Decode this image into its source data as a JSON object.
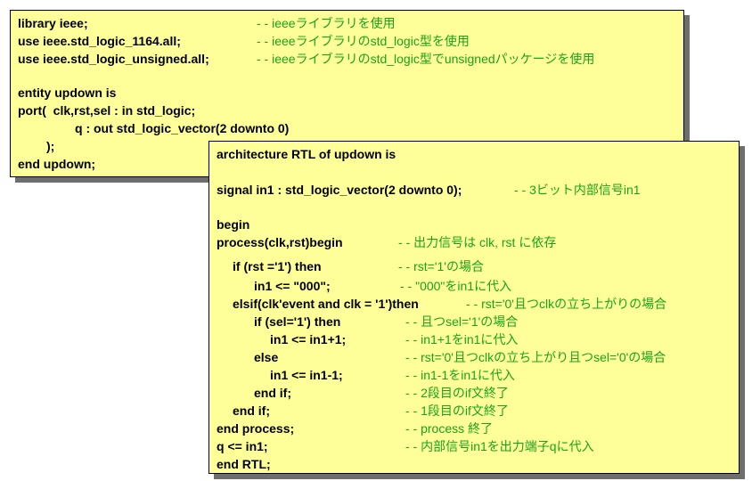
{
  "entity_block": {
    "lines": [
      {
        "code": "library ieee;",
        "comment": "- - ieeeライブラリを使用"
      },
      {
        "code": "use ieee.std_logic_1164.all;",
        "comment": "- - ieeeライブラリのstd_logic型を使用"
      },
      {
        "code": "use ieee.std_logic_unsigned.all;",
        "comment": "- - ieeeライブラリのstd_logic型でunsignedパッケージを使用"
      },
      {
        "code": "",
        "comment": ""
      },
      {
        "code": "entity updown is",
        "comment": ""
      },
      {
        "code": "port(  clk,rst,sel : in std_logic;",
        "comment": ""
      },
      {
        "code": "q : out std_logic_vector(2 downto 0)",
        "comment": ""
      },
      {
        "code": ");",
        "comment": ""
      },
      {
        "code": "end updown;",
        "comment": ""
      }
    ]
  },
  "architecture_block": {
    "lines": [
      {
        "code": "architecture RTL of updown is",
        "comment": ""
      },
      {
        "code": "",
        "comment": ""
      },
      {
        "code": "signal in1 : std_logic_vector(2 downto 0);",
        "comment": "- - 3ビット内部信号in1"
      },
      {
        "code": "",
        "comment": ""
      },
      {
        "code": "begin",
        "comment": ""
      },
      {
        "code": "process(clk,rst)begin",
        "comment": "- - 出力信号は clk, rst に依存"
      },
      {
        "code": "if (rst ='1') then",
        "comment": "- - rst='1'の場合"
      },
      {
        "code": "in1 <= \"000\";",
        "comment": "- - \"000\"をin1に代入"
      },
      {
        "code": "elsif(clk'event and clk = '1')then",
        "comment": "- - rst='0'且つclkの立ち上がりの場合"
      },
      {
        "code": "if (sel='1') then",
        "comment": "- - 且つsel='1'の場合"
      },
      {
        "code": "in1 <= in1+1;",
        "comment": "- - in1+1をin1に代入"
      },
      {
        "code": "else",
        "comment": "- - rst='0'且つclkの立ち上がり且つsel='0'の場合"
      },
      {
        "code": "in1 <= in1-1;",
        "comment": "- - in1-1をin1に代入"
      },
      {
        "code": "end if;",
        "comment": "- - 2段目のif文終了"
      },
      {
        "code": "end if;",
        "comment": "- - 1段目のif文終了"
      },
      {
        "code": "end process;",
        "comment": "- - process 終了"
      },
      {
        "code": "q <= in1;",
        "comment": "- - 内部信号in1を出力端子qに代入"
      },
      {
        "code": "end RTL;",
        "comment": ""
      }
    ]
  },
  "colors": {
    "background": "#ffff99",
    "comment": "#19a319",
    "code": "#000000",
    "shadow": "#6e6e6e"
  }
}
